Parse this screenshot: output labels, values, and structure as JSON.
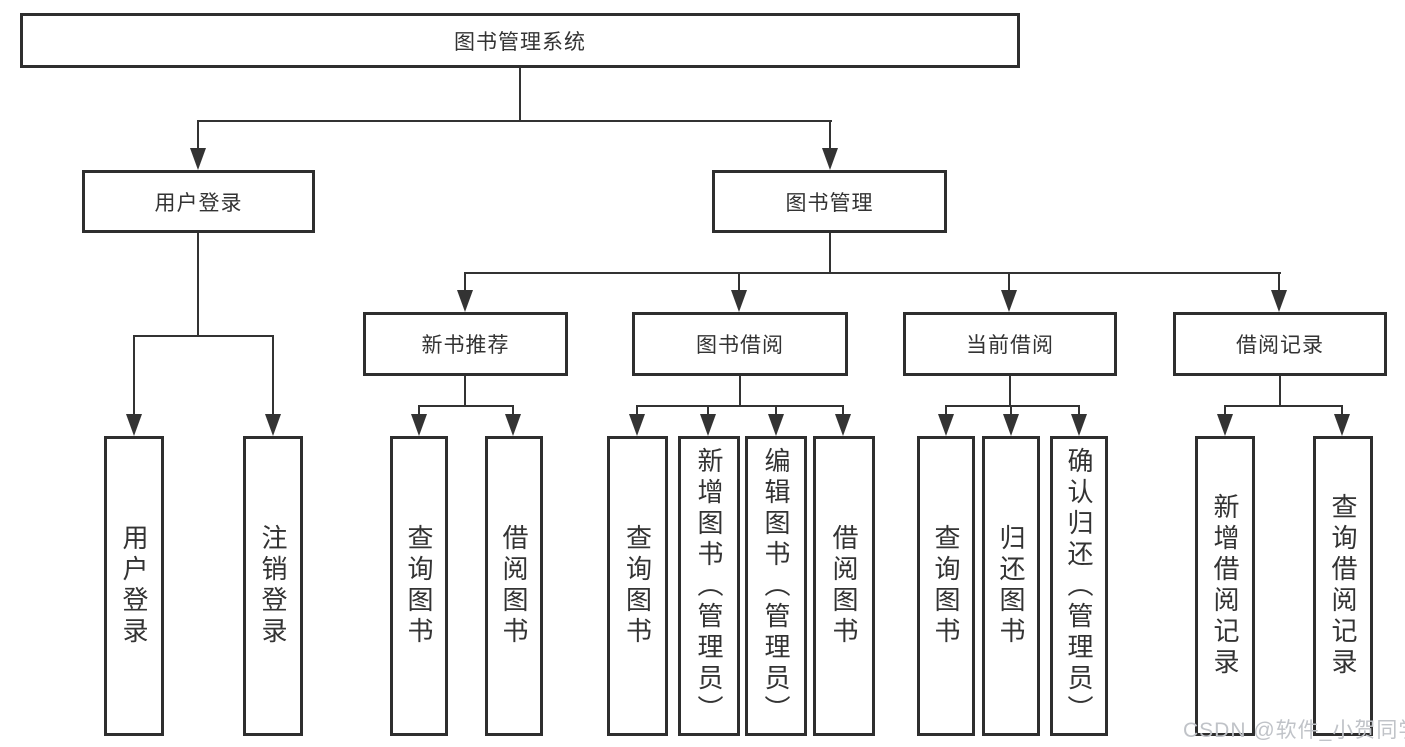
{
  "diagram": {
    "title": "图书管理系统",
    "root": "图书管理系统",
    "level2": [
      "用户登录",
      "图书管理"
    ],
    "level3": [
      "新书推荐",
      "图书借阅",
      "当前借阅",
      "借阅记录"
    ],
    "leaves": {
      "user_login": [
        "用户登录",
        "注销登录"
      ],
      "new_book": [
        "查询图书",
        "借阅图书"
      ],
      "book_borrow": [
        "查询图书",
        "新增图书（管理员）",
        "编辑图书（管理员）",
        "借阅图书"
      ],
      "current_borrow": [
        "查询图书",
        "归还图书",
        "确认归还（管理员）"
      ],
      "borrow_record": [
        "新增借阅记录",
        "查询借阅记录"
      ]
    }
  },
  "colors": {
    "line": "#333333",
    "border": "#2e2e2e",
    "text": "#333333",
    "watermark": "#c0c3c8",
    "background": "#ffffff"
  },
  "watermark": "CSDN @软件_小贺同学"
}
